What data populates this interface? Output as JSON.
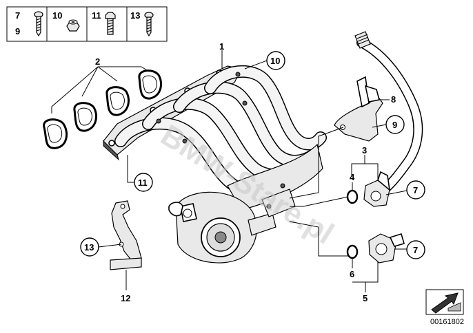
{
  "diagram": {
    "title": "Intake manifold",
    "watermark": "BMW-Stare.pl",
    "image_number": "00161802",
    "legend": {
      "cells": [
        {
          "labels": [
            "7",
            "9"
          ],
          "icon": "screw-icon"
        },
        {
          "labels": [
            "10"
          ],
          "icon": "nut-icon"
        },
        {
          "labels": [
            "11"
          ],
          "icon": "bolt-icon"
        },
        {
          "labels": [
            "13"
          ],
          "icon": "screw-icon"
        }
      ]
    },
    "callouts": {
      "c1": "1",
      "c2": "2",
      "c3": "3",
      "c4": "4",
      "c5": "5",
      "c6": "6",
      "c7a": "7",
      "c7b": "7",
      "c8": "8",
      "c9": "9",
      "c10": "10",
      "c11": "11",
      "c12": "12",
      "c13": "13"
    }
  }
}
